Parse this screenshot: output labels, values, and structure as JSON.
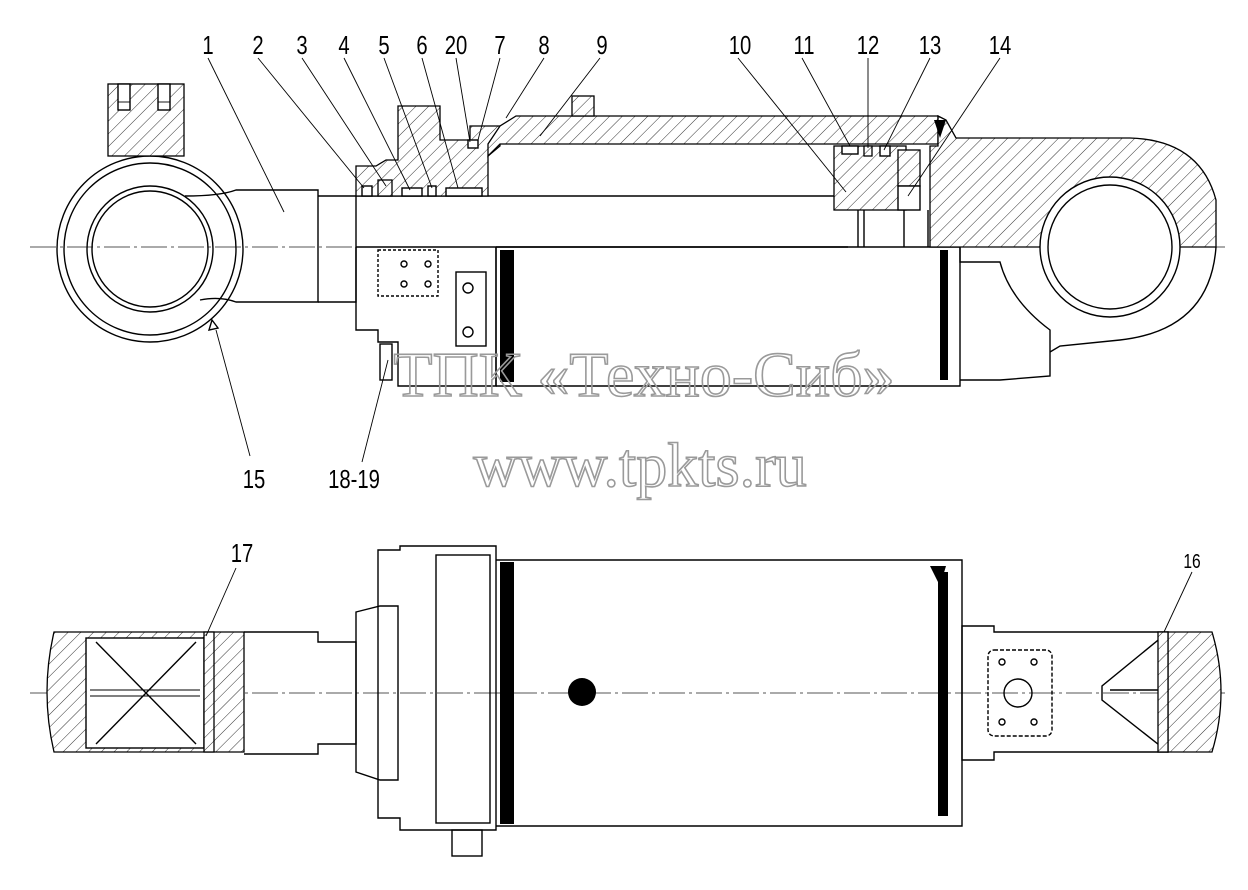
{
  "part_labels": {
    "p1": "1",
    "p2": "2",
    "p3": "3",
    "p4": "4",
    "p5": "5",
    "p6": "6",
    "p20": "20",
    "p7": "7",
    "p8": "8",
    "p9": "9",
    "p10": "10",
    "p11": "11",
    "p12": "12",
    "p13": "13",
    "p14": "14",
    "p15": "15",
    "p18_19": "18-19",
    "p17": "17",
    "p16": "16"
  },
  "watermark": {
    "company": "ТПК «Техно-Сиб»",
    "website": "www.tpkts.ru"
  },
  "colors": {
    "line": "#000000",
    "watermark": "#9a9a9a",
    "background": "#ffffff"
  }
}
